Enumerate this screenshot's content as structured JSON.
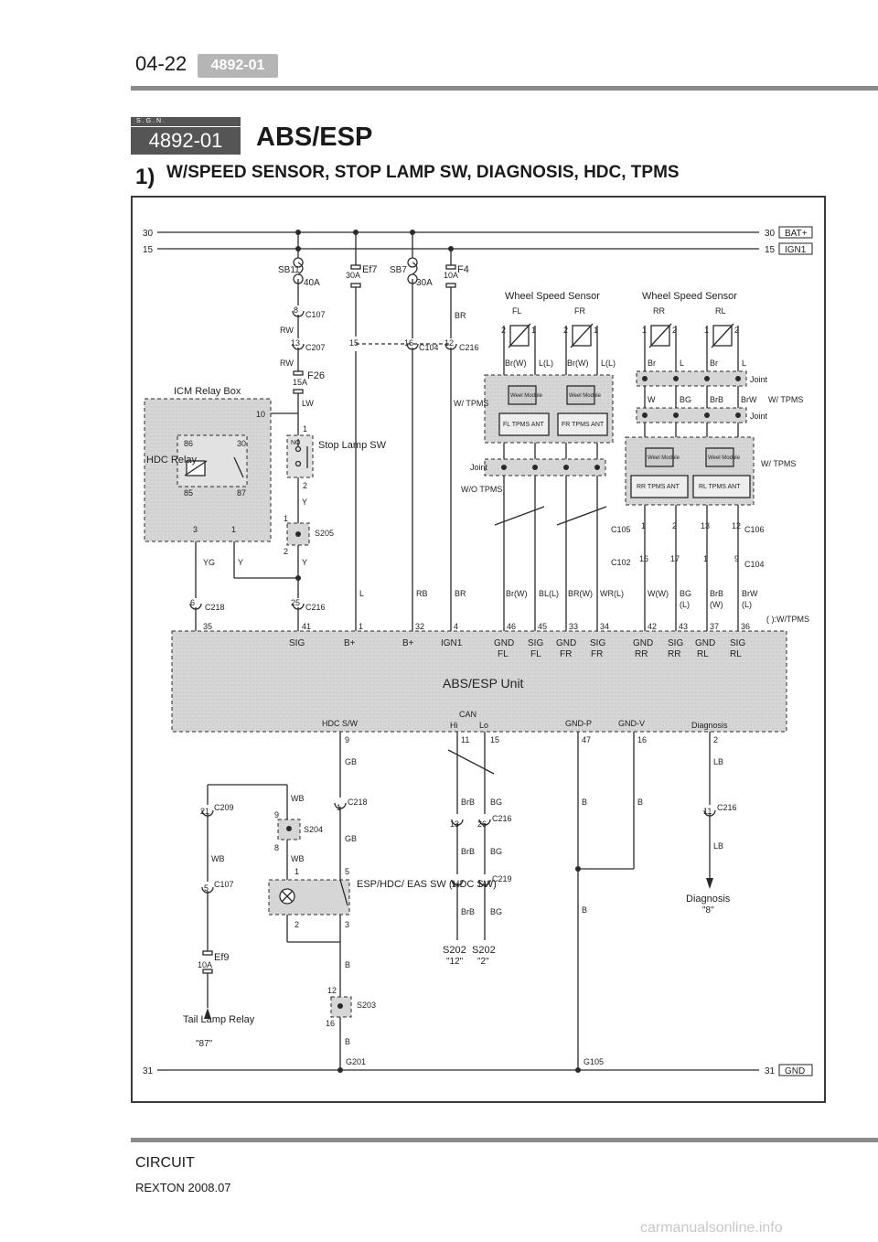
{
  "header": {
    "page_number": "04-22",
    "section_code": "4892-01"
  },
  "title_block": {
    "tag": "S.G.N.",
    "code": "4892-01",
    "title": "ABS/ESP"
  },
  "subsection": {
    "number": "1)",
    "title": "W/SPEED SENSOR, STOP LAMP SW, DIAGNOSIS, HDC, TPMS"
  },
  "footer": {
    "label": "CIRCUIT",
    "model": "REXTON 2008.07",
    "watermark": "carmanualsonline.info"
  },
  "rails": {
    "r30_left": "30",
    "r30_right": "30",
    "r30_tag": "BAT+",
    "r15_left": "15",
    "r15_right": "15",
    "r15_tag": "IGN1",
    "r31_left": "31",
    "r31_right": "31",
    "r31_tag": "GND"
  },
  "fuses": {
    "sb11": "SB11",
    "sb11_amp": "40A",
    "ef7": "Ef7",
    "ef7_amp": "30A",
    "sb7": "SB7",
    "sb7_amp": "30A",
    "f4": "F4",
    "f4_amp": "10A",
    "f26": "F26",
    "f26_amp": "15A",
    "ef9": "Ef9",
    "ef9_amp": "10A"
  },
  "connectors": {
    "c107a_pin": "8",
    "c107a": "C107",
    "c207_pin": "13",
    "c207": "C207",
    "c104a_pin": "16",
    "c104a": "C104",
    "c104_left_pin": "15",
    "c216a_pin": "12",
    "c216a": "C216",
    "c218a_pin": "6",
    "c218a": "C218",
    "c216b_pin": "25",
    "c216b": "C216",
    "c105": "C105",
    "c105_p1": "1",
    "c105_p2": "2",
    "c106": "C106",
    "c106_p1": "13",
    "c106_p2": "12",
    "c102": "C102",
    "c102_p1": "16",
    "c102_p2": "17",
    "c104b": "C104",
    "c104b_p1": "1",
    "c104b_p2": "9",
    "c209_pin": "21",
    "c209": "C209",
    "c107b_pin": "5",
    "c107b": "C107",
    "c218b_pin": "1",
    "c218b": "C218",
    "c216c_p1": "13",
    "c216c_p2": "26",
    "c216c": "C216",
    "c219_p1": "1",
    "c219_p2": "14",
    "c219": "C219",
    "c216d_pin": "11",
    "c216d": "C216"
  },
  "relay_box": {
    "title": "ICM Relay Box",
    "relay": "HDC Relay",
    "pin10": "10",
    "p86": "86",
    "p30": "30",
    "p85": "85",
    "p87": "87",
    "p3": "3",
    "p1": "1"
  },
  "stop_lamp": {
    "label": "Stop Lamp SW",
    "no": "NO",
    "p1": "1",
    "p2": "2"
  },
  "splices": {
    "s205": "S205",
    "s205_p1": "1",
    "s205_p2": "2",
    "s204": "S204",
    "s204_p1": "9",
    "s204_p2": "8",
    "s203": "S203",
    "s203_p1": "12",
    "s203_p2": "16"
  },
  "wire_colors": {
    "rw1": "RW",
    "rw2": "RW",
    "lw": "LW",
    "y1": "Y",
    "y2": "Y",
    "yg": "YG",
    "y3": "Y",
    "l": "L",
    "rb": "RB",
    "br1": "BR",
    "br2": "BR",
    "gb1": "GB",
    "gb2": "GB",
    "wb1": "WB",
    "wb2": "WB",
    "wb3": "WB",
    "brb1": "BrB",
    "brb2": "BrB",
    "brb3": "BrB",
    "bg1": "BG",
    "bg2": "BG",
    "bg3": "BG",
    "b1": "B",
    "b2": "B",
    "b3": "B",
    "b4": "B",
    "b5": "B",
    "lb1": "LB",
    "lb2": "LB"
  },
  "sensors": {
    "heading_front": "Wheel Speed Sensor",
    "heading_rear": "Wheel Speed Sensor",
    "fl": "FL",
    "fr": "FR",
    "rr": "RR",
    "rl": "RL",
    "fl_p2": "2",
    "fl_p1": "1",
    "fr_p2": "2",
    "fr_p1": "1",
    "rr_p1": "1",
    "rr_p2": "2",
    "rl_p1": "1",
    "rl_p2": "2",
    "front_wires": [
      "Br(W)",
      "L(L)",
      "Br(W)",
      "L(L)"
    ],
    "rear_wires_top": [
      "Br",
      "L",
      "Br",
      "L"
    ],
    "rear_wires_mid": [
      "W",
      "BG",
      "BrB",
      "BrW"
    ],
    "joint1": "Joint",
    "joint2": "Joint",
    "joint3": "Joint",
    "wtpms1": "W/ TPMS",
    "wtpms2": "W/ TPMS",
    "wtpms3": "W/ TPMS",
    "wotpms": "W/O TPMS",
    "module": "Weel Module",
    "fl_ant": "FL TPMS ANT",
    "fr_ant": "FR TPMS ANT",
    "rr_ant": "RR TPMS ANT",
    "rl_ant": "RL TPMS ANT",
    "front_bottom": [
      "Br(W)",
      "BL(L)",
      "BR(W)",
      "WR(L)"
    ],
    "rear_bottom_1": [
      "W(W)",
      "BG",
      "BrB",
      "BrW"
    ],
    "rear_bottom_2": [
      "(L)",
      "(W)",
      "(L)"
    ],
    "legend": "(   ):W/TPMS"
  },
  "ecu": {
    "name": "ABS/ESP Unit",
    "top_pins": [
      "35",
      "41",
      "1",
      "32",
      "4",
      "46",
      "45",
      "33",
      "34",
      "42",
      "43",
      "37",
      "36"
    ],
    "top_labels_1": [
      "SIG",
      "B+",
      "B+",
      "IGN1",
      "GND",
      "SIG",
      "GND",
      "SIG",
      "GND",
      "SIG",
      "GND",
      "SIG"
    ],
    "top_labels_2": [
      "FL",
      "FL",
      "FR",
      "FR",
      "RR",
      "RR",
      "RL",
      "RL"
    ],
    "hdc": "HDC S/W",
    "can": "CAN",
    "hi": "Hi",
    "lo": "Lo",
    "gndp": "GND-P",
    "gndv": "GND-V",
    "diag": "Diagnosis",
    "bottom_pins": [
      "9",
      "11",
      "15",
      "47",
      "16",
      "2"
    ]
  },
  "switch_esp": {
    "label": "ESP/HDC/ EAS SW (HDC SW)",
    "p1": "1",
    "p5": "5",
    "p2": "2",
    "p3": "3"
  },
  "terminals": {
    "s202a": "S202",
    "s202a_pin": "\"12\"",
    "s202b": "S202",
    "s202b_pin": "\"2\"",
    "diag": "Diagnosis",
    "diag_pin": "\"8\"",
    "tail": "Tail Lamp Relay",
    "tail_pin": "\"87\""
  },
  "grounds": {
    "g201": "G201",
    "g105": "G105"
  }
}
